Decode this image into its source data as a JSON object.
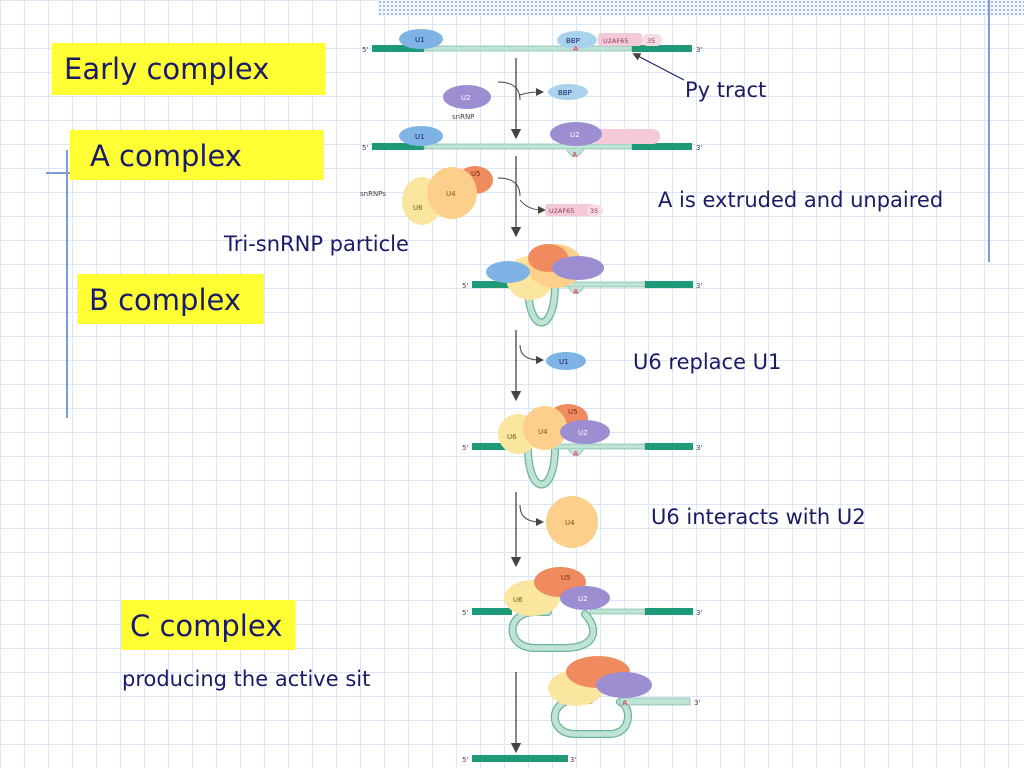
{
  "labels": {
    "early_complex": "Early complex",
    "a_complex": "A complex",
    "b_complex": "B complex",
    "c_complex": "C complex",
    "py_tract": "Py tract",
    "a_extruded": "A is extruded and unpaired",
    "tri_snrnp": "Tri-snRNP particle",
    "u6_replace": "U6 replace U1",
    "u6_interacts": "U6 interacts with U2",
    "active_site": "producing the active sit"
  },
  "diagram": {
    "five_prime": "5'",
    "three_prime": "3'",
    "u1": "U1",
    "u2": "U2",
    "u4": "U4",
    "u5": "U5",
    "u6": "U6",
    "bbp": "BBP",
    "u2af65": "U2AF65",
    "u2af35": "35",
    "snrnp": "snRNP",
    "snrnps": "snRNPs",
    "branch_a": "A"
  },
  "colors": {
    "exon": "#1e9a78",
    "intron": "#bfe3d4",
    "u1": "#7fb3e6",
    "u2": "#9d8ed1",
    "u4": "#fcd08a",
    "u5": "#f08a5f",
    "u6": "#fbe6a0",
    "bbp": "#a9d3ec",
    "u2af": "#f4c9d8",
    "branch": "#e06070",
    "callout": "#ffff33",
    "text": "#1a1a66"
  }
}
